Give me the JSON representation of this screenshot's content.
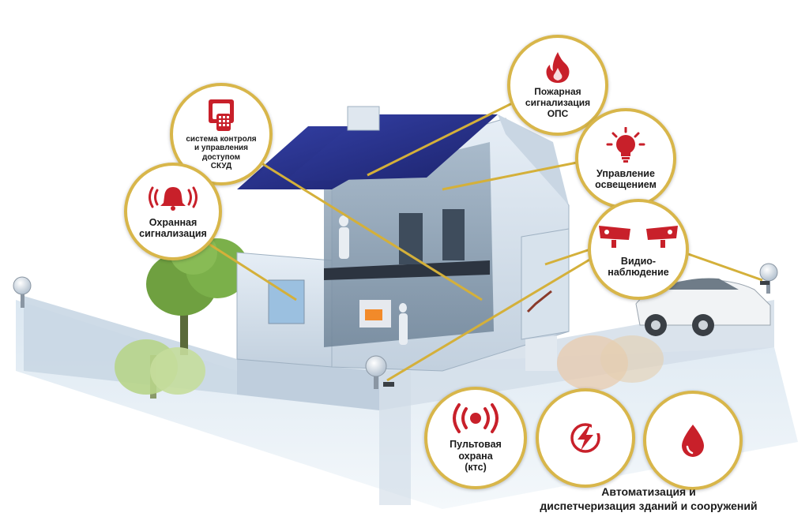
{
  "colors": {
    "accent_red": "#c8202a",
    "ring_gold": "#d8b64a",
    "connector_gold": "#d4b03a",
    "roof_blue": "#28308a"
  },
  "features": {
    "skud": {
      "icon": "keypad-access-icon",
      "lines": [
        "система контроля",
        "и управления",
        "доступом",
        "СКУД"
      ]
    },
    "security_alarm": {
      "icon": "alarm-bell-icon",
      "lines": [
        "Охранная",
        "сигнализация"
      ]
    },
    "fire_alarm": {
      "icon": "flame-icon",
      "lines": [
        "Пожарная",
        "сигнализация",
        "ОПС"
      ]
    },
    "lighting": {
      "icon": "light-bulb-icon",
      "lines": [
        "Управление",
        "освещением"
      ]
    },
    "video": {
      "icon": "cctv-camera-icon",
      "lines": [
        "Видио-",
        "наблюдение"
      ]
    },
    "panic": {
      "icon": "signal-broadcast-icon",
      "lines": [
        "Пультовая",
        "охрана",
        "(ктс)"
      ]
    },
    "automation": {
      "icons": [
        "lightning-bolt-icon",
        "water-drop-icon"
      ],
      "lines": [
        "Автоматизация и",
        "диспетчеризация зданий и сооружений"
      ]
    }
  }
}
